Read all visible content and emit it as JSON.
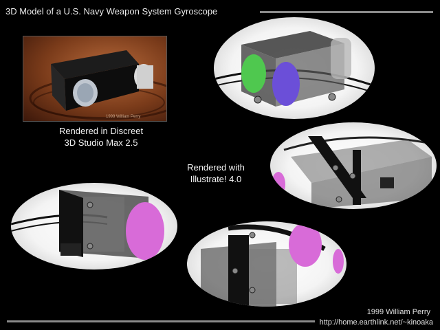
{
  "header": {
    "title": "3D Model of a U.S. Navy Weapon System Gyroscope"
  },
  "captions": {
    "max_line1": "Rendered in Discreet",
    "max_line2": "3D Studio Max 2.5",
    "illustrate_line1": "Rendered with",
    "illustrate_line2": "Illustrate! 4.0"
  },
  "credits": {
    "name": "1999 William Perry",
    "url": "http://home.earthlink.net/~kinoaka"
  },
  "colors": {
    "background": "#000000",
    "rule": "#8a8a8a",
    "lens_green": "#4fc84f",
    "lens_blue": "#6b4fd8",
    "lens_magenta": "#d86bd8"
  }
}
